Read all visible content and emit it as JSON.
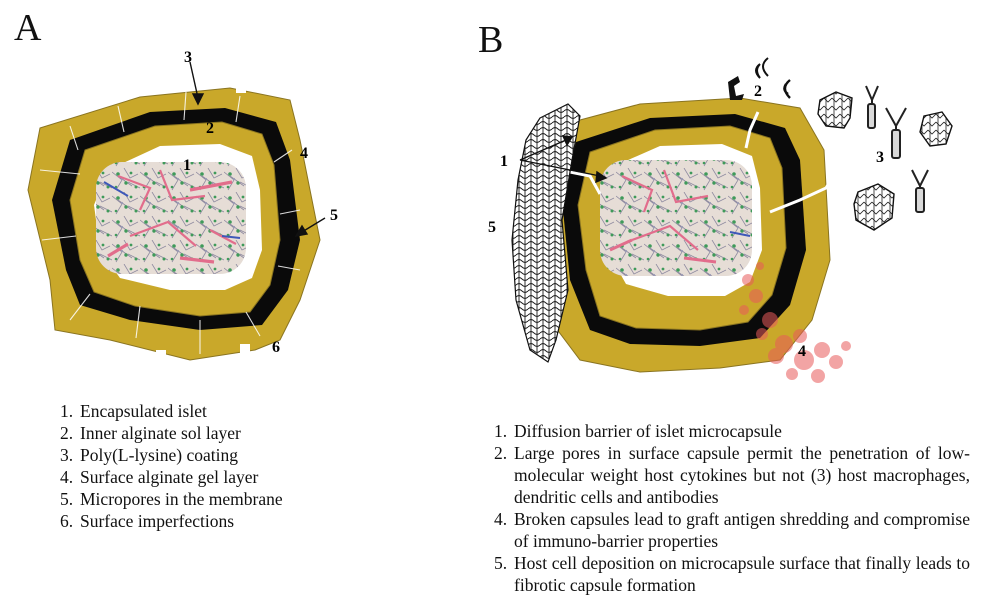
{
  "panel_a": {
    "letter": "A",
    "callouts": [
      "1",
      "2",
      "3",
      "4",
      "5",
      "6"
    ],
    "legend": [
      {
        "num": "1.",
        "text": "Encapsulated islet"
      },
      {
        "num": "2.",
        "text": "Inner alginate sol layer"
      },
      {
        "num": "3.",
        "text": "Poly(L-lysine) coating"
      },
      {
        "num": "4.",
        "text": "Surface alginate gel layer"
      },
      {
        "num": "5.",
        "text": "Micropores in the membrane"
      },
      {
        "num": "6.",
        "text": "Surface imperfections"
      }
    ]
  },
  "panel_b": {
    "letter": "B",
    "callouts": [
      "1",
      "2",
      "3",
      "4",
      "5"
    ],
    "legend": [
      {
        "num": "1.",
        "text": "Diffusion barrier of islet microcapsule"
      },
      {
        "num": "2.",
        "text": "Large pores in surface capsule permit the penetration of low-molecular weight host cytokines but not (3) host macrophages, dendritic cells and antibodies"
      },
      {
        "num": "4.",
        "text": "Broken capsules lead to graft antigen shredding and compromise of immuno-barrier properties"
      },
      {
        "num": "5.",
        "text": "Host cell deposition on microcapsule surface that finally leads to fibrotic capsule formation"
      }
    ]
  },
  "colors": {
    "gel_layer": "#c9a82a",
    "pll_coating": "#0a0a0a",
    "islet_green": "#3f9a5a",
    "islet_pink": "#e26d8c",
    "islet_blue": "#3e58b8",
    "broken_cells": "#e85a5a"
  }
}
